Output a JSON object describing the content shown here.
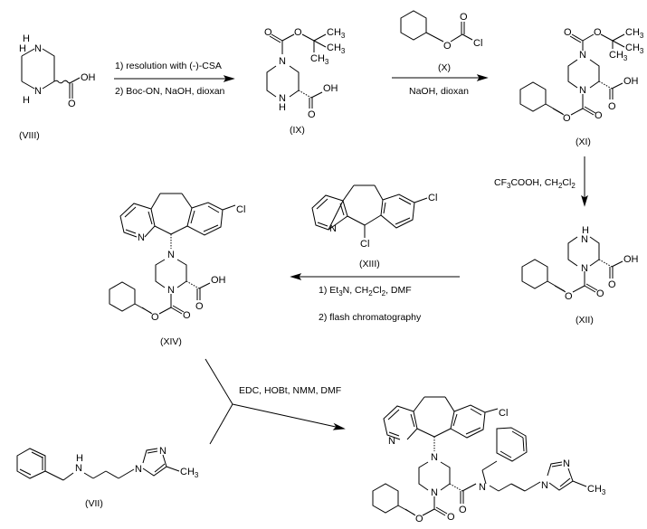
{
  "title": "Synthesis scheme of piperazine-linked tricyclic compound",
  "compounds": {
    "VIII": {
      "label": "(VIII)",
      "atoms": {
        "nh_top": "H",
        "n_top": "N",
        "n_bot": "N",
        "nh_bot": "H",
        "oh": "OH",
        "o": "O"
      }
    },
    "IX": {
      "label": "(IX)",
      "atoms": {
        "o1": "O",
        "o2": "O",
        "ch3a": "CH",
        "ch3b": "CH",
        "ch3c": "CH",
        "three": "3",
        "n_top": "N",
        "n_bot": "N",
        "h": "H",
        "oh": "OH",
        "o": "O"
      }
    },
    "X": {
      "label": "(X)",
      "atoms": {
        "o_ester": "O",
        "o_dbl": "O",
        "cl": "Cl"
      }
    },
    "XI": {
      "label": "(XI)",
      "atoms": {
        "o1": "O",
        "o2": "O",
        "ch": "CH",
        "three": "3",
        "n_top": "N",
        "n_bot": "N",
        "oh": "OH",
        "o": "O",
        "o3": "O",
        "o4": "O"
      }
    },
    "XII": {
      "label": "(XII)",
      "atoms": {
        "h": "H",
        "n_top": "N",
        "n_bot": "N",
        "oh": "OH",
        "o": "O",
        "o3": "O",
        "o4": "O"
      }
    },
    "XIII": {
      "label": "(XIII)",
      "atoms": {
        "n_pyr": "N",
        "cl_ring": "Cl",
        "cl_bridge": "Cl"
      }
    },
    "XIV": {
      "label": "(XIV)",
      "atoms": {
        "n_pyr": "N",
        "cl": "Cl",
        "n_top": "N",
        "n_bot": "N",
        "oh": "OH",
        "o": "O",
        "o3": "O",
        "o4": "O"
      }
    },
    "VII": {
      "label": "(VII)",
      "atoms": {
        "h": "H",
        "n": "N",
        "n_im1": "N",
        "n_im2": "N",
        "ch": "CH",
        "three": "3"
      }
    },
    "product": {
      "atoms": {
        "n_pyr": "N",
        "cl": "Cl",
        "n_top": "N",
        "n_bot": "N",
        "n_amide": "N",
        "o_amide": "O",
        "o3": "O",
        "o4": "O",
        "n_im1": "N",
        "n_im2": "N",
        "ch": "CH",
        "three": "3"
      }
    }
  },
  "steps": [
    {
      "id": "step1",
      "line1": "1) resolution with (-)-CSA",
      "line2": "2) Boc-ON, NaOH, dioxan"
    },
    {
      "id": "step2",
      "line1": "NaOH, dioxan"
    },
    {
      "id": "step3",
      "line1_a": "CF",
      "line1_b": "3",
      "line1_c": "COOH, CH",
      "line1_d": "2",
      "line1_e": "Cl",
      "line1_f": "2"
    },
    {
      "id": "step4",
      "line1_a": "1) Et",
      "line1_b": "3",
      "line1_c": "N, CH",
      "line1_d": "2",
      "line1_e": "Cl",
      "line1_f": "2",
      "line1_g": ", DMF",
      "line2": "2) flash chromatography"
    },
    {
      "id": "step5",
      "line1": "EDC, HOBt, NMM, DMF"
    }
  ]
}
